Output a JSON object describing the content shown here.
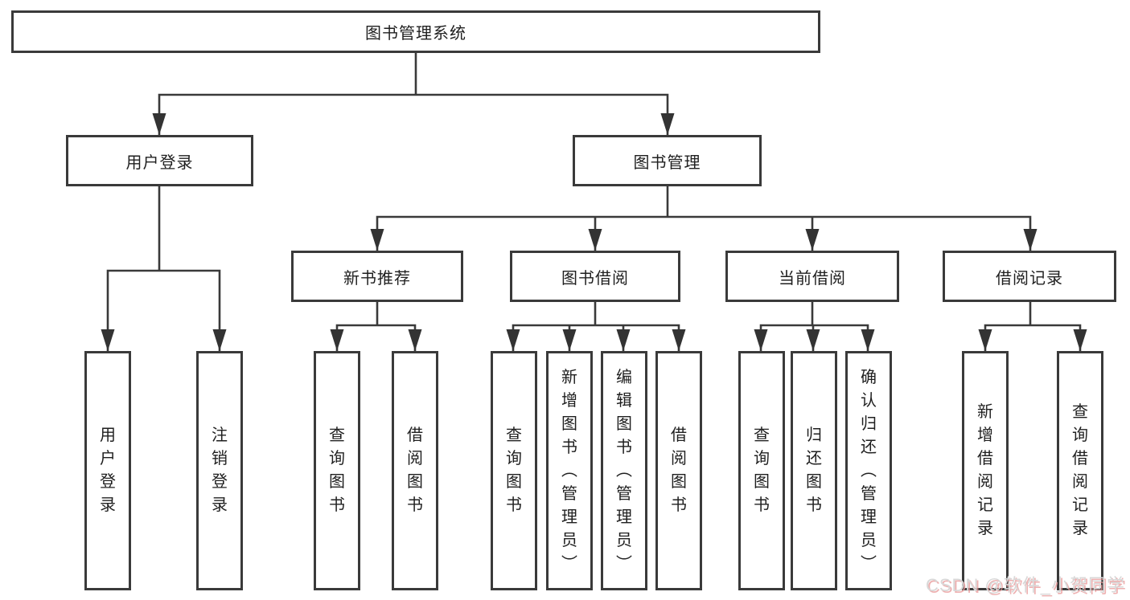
{
  "diagram": {
    "root": {
      "label": "图书管理系统"
    },
    "level2": [
      {
        "label": "用户登录"
      },
      {
        "label": "图书管理"
      }
    ],
    "level3": [
      {
        "label": "新书推荐"
      },
      {
        "label": "图书借阅"
      },
      {
        "label": "当前借阅"
      },
      {
        "label": "借阅记录"
      }
    ],
    "leaves": [
      {
        "label": "用户登录"
      },
      {
        "label": "注销登录"
      },
      {
        "label": "查询图书"
      },
      {
        "label": "借阅图书"
      },
      {
        "label": "查询图书"
      },
      {
        "label": "新增图书（管理员）"
      },
      {
        "label": "编辑图书（管理员）"
      },
      {
        "label": "借阅图书"
      },
      {
        "label": "查询图书"
      },
      {
        "label": "归还图书"
      },
      {
        "label": "确认归还（管理员）"
      },
      {
        "label": "新增借阅记录"
      },
      {
        "label": "查询借阅记录"
      }
    ]
  },
  "watermark": {
    "text": "CSDN @软件_小贺同学"
  },
  "colors": {
    "line": "#3a3a3a",
    "text": "#1f1f1f",
    "watermark": "#d8d8d8",
    "watermark_shadow": "#e89696"
  }
}
